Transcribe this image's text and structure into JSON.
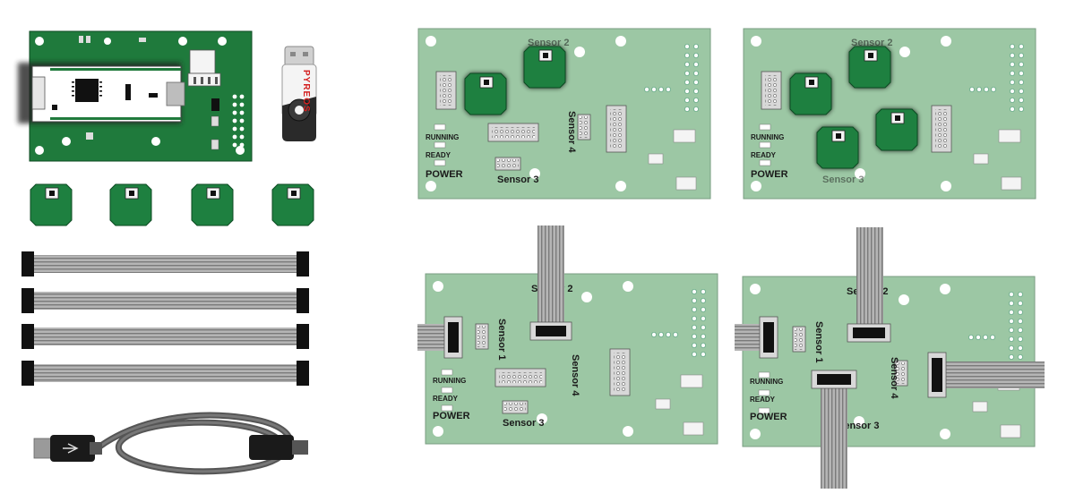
{
  "logo": {
    "text": "PYREOS"
  },
  "labels": {
    "running": "RUNNING",
    "ready": "READY",
    "power": "POWER",
    "sensor1": "Sensor 1",
    "sensor2": "Sensor 2",
    "sensor3": "Sensor 3",
    "sensor4": "Sensor 4"
  },
  "colors": {
    "pcb_dark": "#1f7a3c",
    "pcb_light": "#9cc7a4",
    "sensor_green": "#1e8040",
    "cable_grey": "#9a9a9a",
    "connector_black": "#111111"
  },
  "parts": {
    "sensor_modules_count": 4,
    "ribbon_cables_count": 4
  }
}
